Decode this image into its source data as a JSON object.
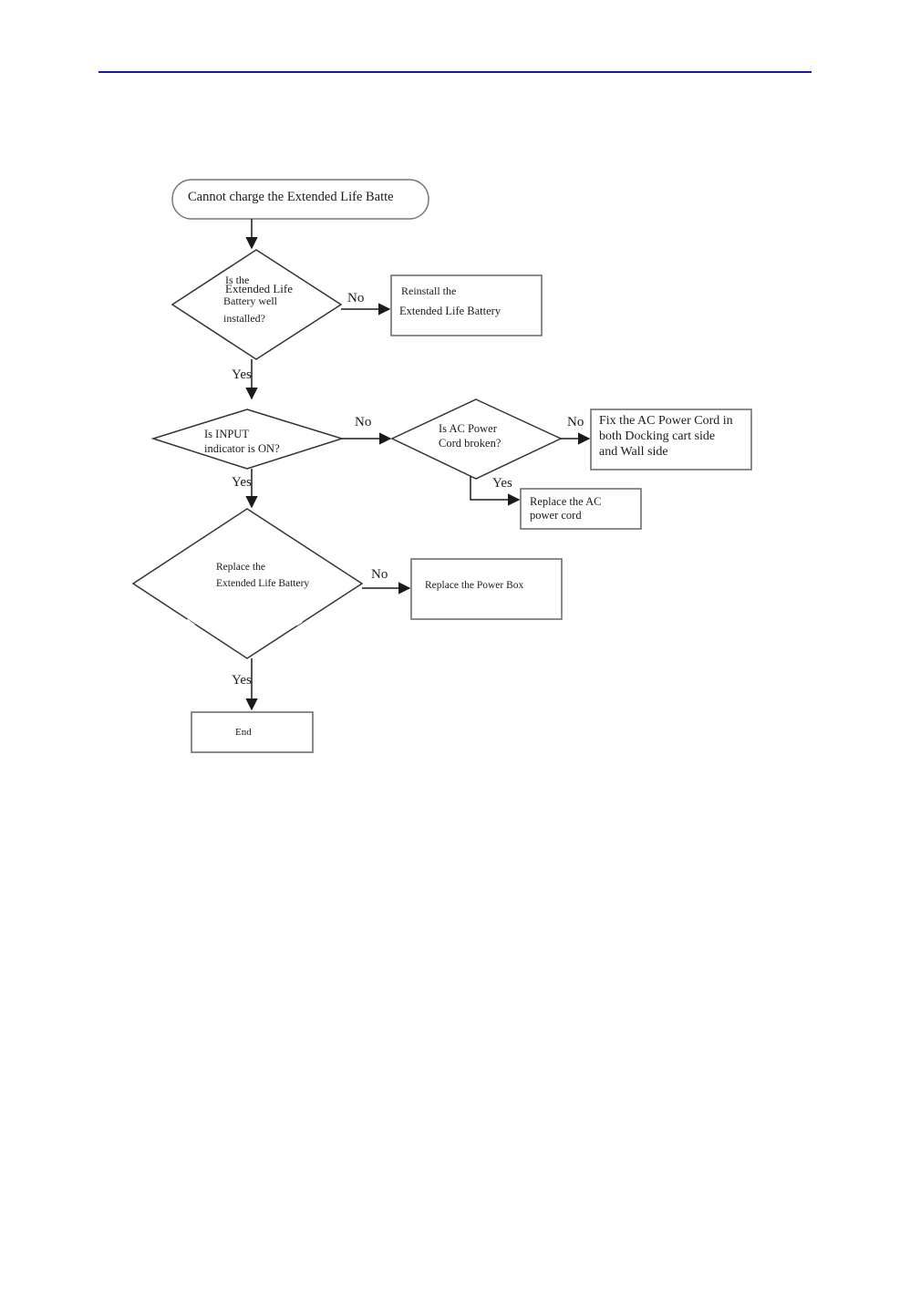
{
  "flowchart": {
    "start": "Cannot charge the  Extended Life Batte",
    "decision_installed": {
      "line1": "Is the",
      "line2": "Extended Life",
      "line3": "Battery well",
      "line4": "installed?"
    },
    "reinstall": {
      "line1": "Reinstall the",
      "line2": "Extended Life Battery"
    },
    "decision_input": {
      "line1": "Is INPUT",
      "line2": "indicator is ON?"
    },
    "decision_cord": {
      "line1": "Is AC Power",
      "line2": "Cord broken?"
    },
    "fix_cord": {
      "line1": "Fix the AC Power Cord in",
      "line2": "both Docking cart side",
      "line3": "and Wall side"
    },
    "replace_cord": {
      "line1": "Replace the AC",
      "line2": "power cord"
    },
    "decision_replace_battery": {
      "line1": "Replace the",
      "line2": "Extended Life Battery"
    },
    "replace_power_box": "Replace the Power Box",
    "end": "End",
    "labels": {
      "no": "No",
      "yes": "Yes",
      "yes_cut": "Yes"
    }
  }
}
